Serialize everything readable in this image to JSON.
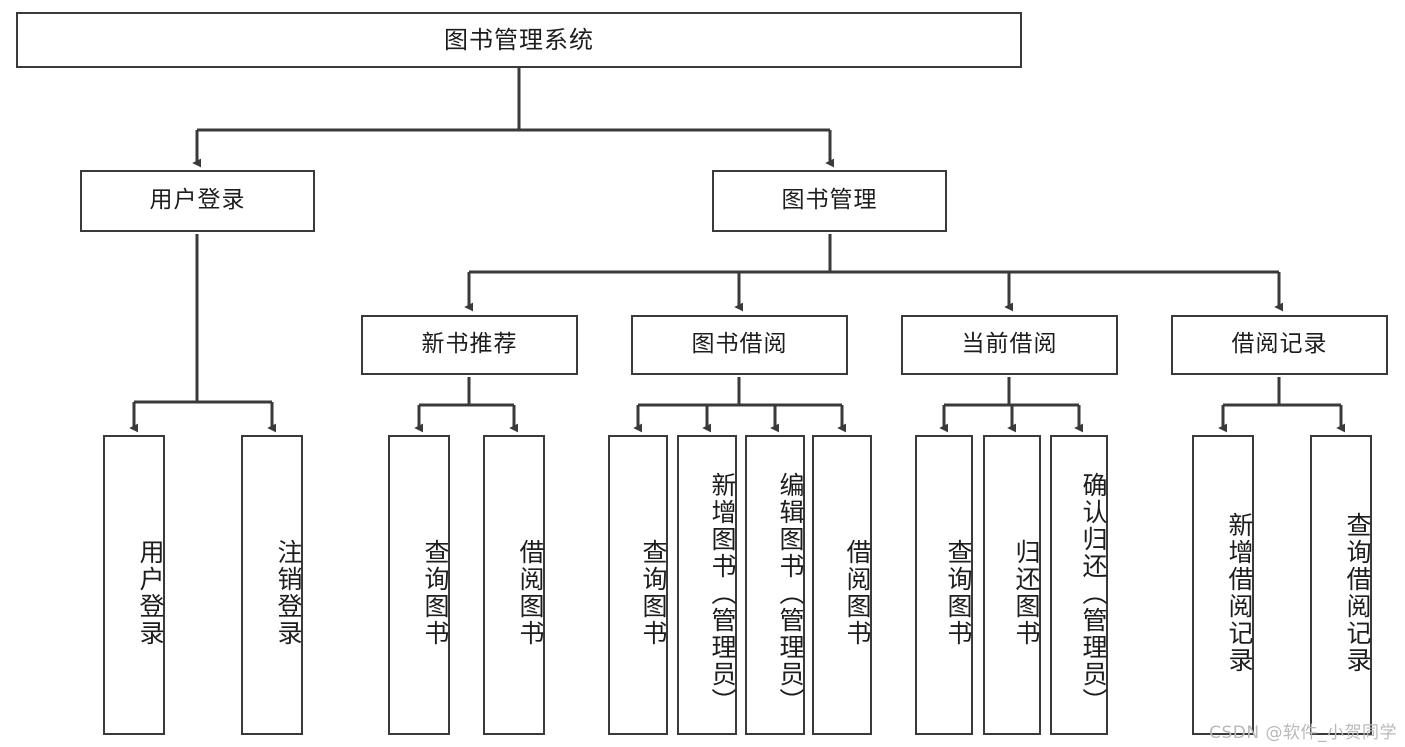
{
  "diagram": {
    "title": "图书管理系统",
    "type": "hierarchy-tree",
    "colors": {
      "box_border": "#3a3a3a",
      "box_fill": "#ffffff",
      "connector": "#3a3a3a",
      "text": "#1d1d1d",
      "watermark": "#b9b9b9"
    },
    "root": {
      "label": "图书管理系统"
    },
    "level2": [
      {
        "label": "用户登录"
      },
      {
        "label": "图书管理"
      }
    ],
    "level3": [
      {
        "label": "新书推荐"
      },
      {
        "label": "图书借阅"
      },
      {
        "label": "当前借阅"
      },
      {
        "label": "借阅记录"
      }
    ],
    "leaves": {
      "user_login": [
        {
          "label": "用户登录"
        },
        {
          "label": "注销登录"
        }
      ],
      "new_book_recommend": [
        {
          "label": "查询图书"
        },
        {
          "label": "借阅图书"
        }
      ],
      "book_borrow": [
        {
          "label": "查询图书"
        },
        {
          "label": "新增图书（管理员）"
        },
        {
          "label": "编辑图书（管理员）"
        },
        {
          "label": "借阅图书"
        }
      ],
      "current_borrow": [
        {
          "label": "查询图书"
        },
        {
          "label": "归还图书"
        },
        {
          "label": "确认归还（管理员）"
        }
      ],
      "borrow_record": [
        {
          "label": "新增借阅记录"
        },
        {
          "label": "查询借阅记录"
        }
      ]
    },
    "watermark": "CSDN @软件_小贺同学"
  }
}
